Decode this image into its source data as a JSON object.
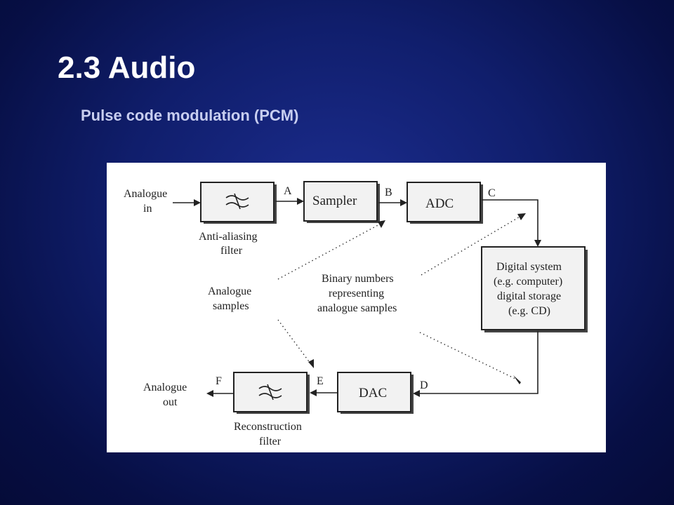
{
  "slide": {
    "title": "2.3 Audio",
    "subtitle": "Pulse code modulation (PCM)"
  },
  "diagram": {
    "input_label_line1": "Analogue",
    "input_label_line2": "in",
    "output_label_line1": "Analogue",
    "output_label_line2": "out",
    "anti_aliasing_caption_line1": "Anti-aliasing",
    "anti_aliasing_caption_line2": "filter",
    "sampler_label": "Sampler",
    "adc_label": "ADC",
    "digital_system_line1": "Digital system",
    "digital_system_line2": "(e.g. computer)",
    "digital_system_line3": "digital storage",
    "digital_system_line4": "(e.g. CD)",
    "dac_label": "DAC",
    "reconstruction_caption_line1": "Reconstruction",
    "reconstruction_caption_line2": "filter",
    "analogue_samples_line1": "Analogue",
    "analogue_samples_line2": "samples",
    "binary_numbers_line1": "Binary numbers",
    "binary_numbers_line2": "representing",
    "binary_numbers_line3": "analogue samples",
    "point_a": "A",
    "point_b": "B",
    "point_c": "C",
    "point_d": "D",
    "point_e": "E",
    "point_f": "F",
    "filter_symbol": "low-pass-filter-icon"
  }
}
